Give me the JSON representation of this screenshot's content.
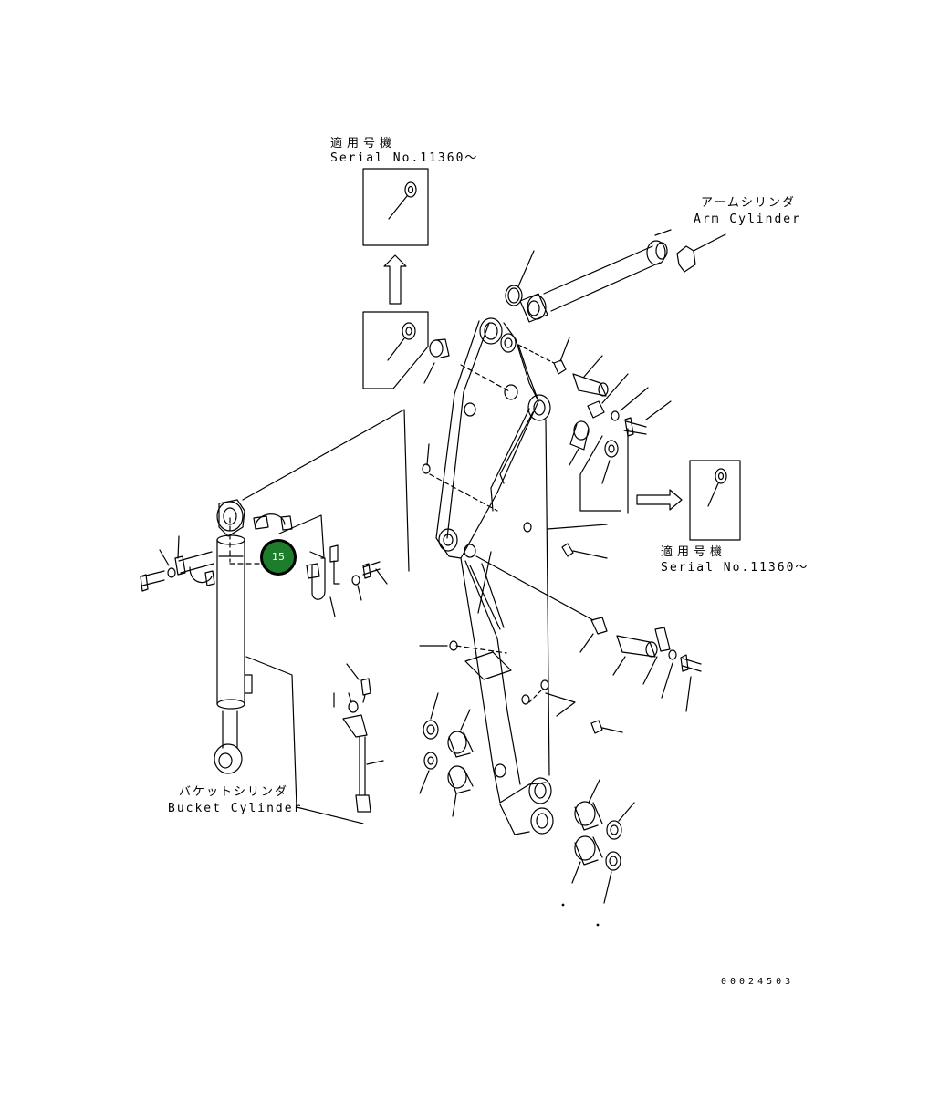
{
  "labels": {
    "serial_top_jp": "適用号機",
    "serial_top_en": "Serial No.11360〜",
    "arm_cylinder_jp": "アームシリンダ",
    "arm_cylinder_en": "Arm Cylinder",
    "serial_right_jp": "適用号機",
    "serial_right_en": "Serial No.11360〜",
    "bucket_cylinder_jp": "バケットシリンダ",
    "bucket_cylinder_en": "Bucket Cylinder",
    "document_number": "00024503"
  },
  "callout": {
    "number": "15",
    "color": "#1e7d2c"
  }
}
